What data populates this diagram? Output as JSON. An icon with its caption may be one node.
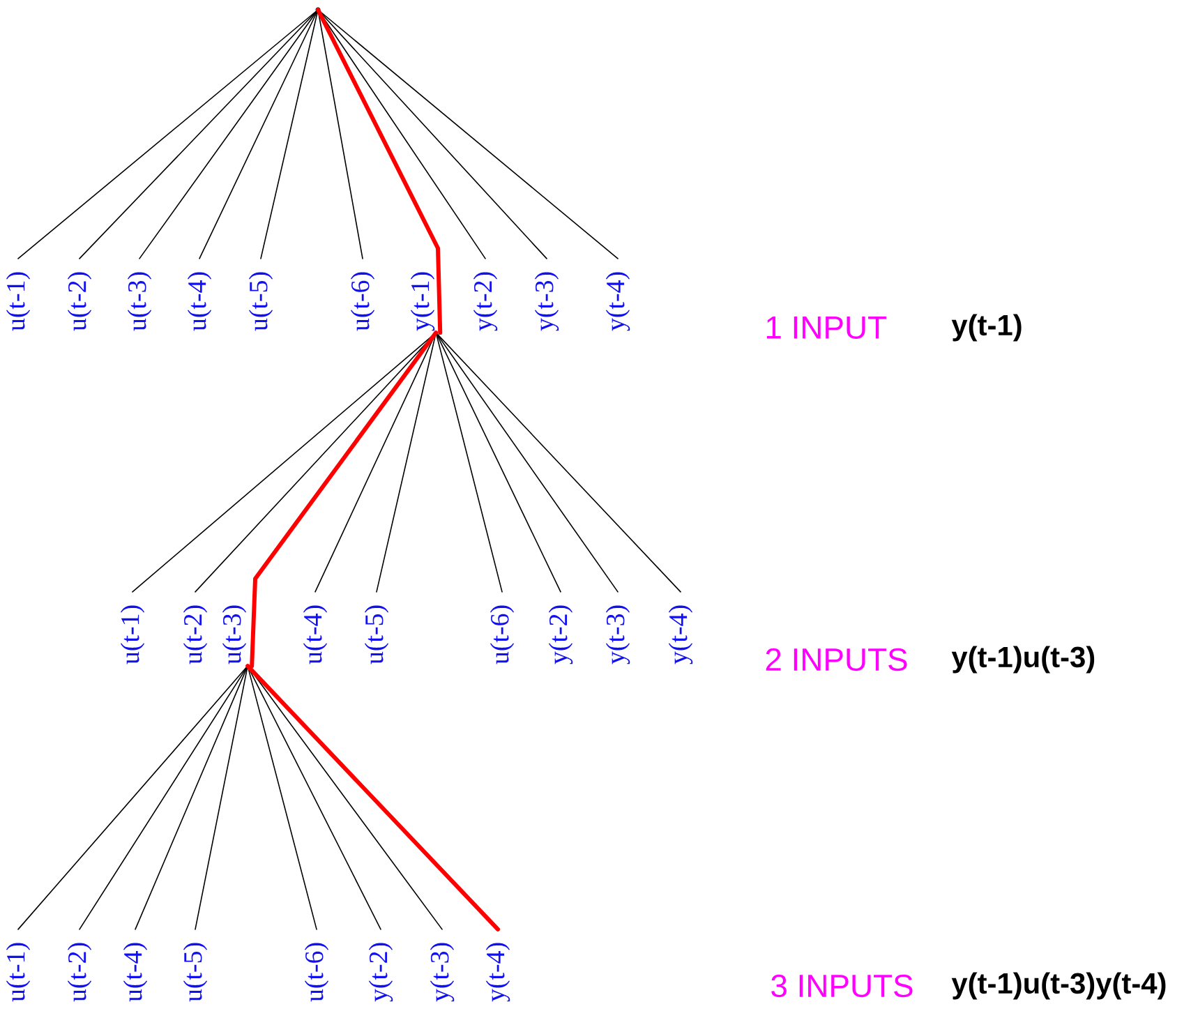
{
  "diagram": {
    "nodes": [
      {
        "text": [],
        "shape": "point"
      },
      {
        "text": [
          "u(t-1)"
        ]
      },
      {
        "text": [
          "u(t-2)"
        ]
      },
      {
        "text": [
          "u(t-3)"
        ]
      },
      {
        "text": [
          "u(t-4)"
        ]
      },
      {
        "text": [
          "u(t-5)"
        ]
      },
      {
        "text": [
          "u(t-6)"
        ]
      },
      {
        "text": [
          "y(t-1)"
        ]
      },
      {
        "text": [
          "y(t-2)"
        ]
      },
      {
        "text": [
          "y(t-3)"
        ]
      },
      {
        "text": [
          "y(t-4)"
        ]
      },
      {
        "text": [
          "u(t-1)"
        ]
      },
      {
        "text": [
          "u(t-2)"
        ]
      },
      {
        "text": [
          "u(t-3)"
        ]
      },
      {
        "text": [
          "u(t-4)"
        ]
      },
      {
        "text": [
          "u(t-5)"
        ]
      },
      {
        "text": [
          "u(t-6)"
        ]
      },
      {
        "text": [
          "y(t-2)"
        ]
      },
      {
        "text": [
          "y(t-3)"
        ]
      },
      {
        "text": [
          "y(t-4)"
        ]
      },
      {
        "text": [
          "u(t-1)"
        ]
      },
      {
        "text": [
          "u(t-2)"
        ]
      },
      {
        "text": [
          "u(t-4)"
        ]
      },
      {
        "text": [
          "u(t-5)"
        ]
      },
      {
        "text": [
          "u(t-6)"
        ]
      },
      {
        "text": [
          "y(t-2)"
        ]
      },
      {
        "text": [
          "y(t-3)"
        ]
      },
      {
        "text": [
          "y(t-4)"
        ]
      }
    ],
    "edges": [
      {
        "from": 0,
        "to": 1,
        "arrow": "none"
      },
      {
        "from": 0,
        "to": 2,
        "arrow": "none"
      },
      {
        "from": 0,
        "to": 3,
        "arrow": "none"
      },
      {
        "from": 0,
        "to": 4,
        "arrow": "none"
      },
      {
        "from": 0,
        "to": 5,
        "arrow": "none"
      },
      {
        "from": 0,
        "to": 6,
        "arrow": "none"
      },
      {
        "from": 0,
        "to": 7,
        "arrow": "none",
        "style": "thick",
        "color": "#ff0000"
      },
      {
        "from": 0,
        "to": 8,
        "arrow": "none"
      },
      {
        "from": 0,
        "to": 9,
        "arrow": "none"
      },
      {
        "from": 0,
        "to": 10,
        "arrow": "none"
      },
      {
        "from": 7,
        "to": 11,
        "arrow": "none"
      },
      {
        "from": 7,
        "to": 12,
        "arrow": "none"
      },
      {
        "from": 7,
        "to": 13,
        "arrow": "none",
        "style": "thick",
        "color": "#ff0000"
      },
      {
        "from": 7,
        "to": 14,
        "arrow": "none"
      },
      {
        "from": 7,
        "to": 15,
        "arrow": "none"
      },
      {
        "from": 7,
        "to": 16,
        "arrow": "none"
      },
      {
        "from": 7,
        "to": 17,
        "arrow": "none"
      },
      {
        "from": 7,
        "to": 18,
        "arrow": "none"
      },
      {
        "from": 7,
        "to": 19,
        "arrow": "none"
      },
      {
        "from": 13,
        "to": 20,
        "arrow": "none"
      },
      {
        "from": 13,
        "to": 21,
        "arrow": "none"
      },
      {
        "from": 13,
        "to": 22,
        "arrow": "none"
      },
      {
        "from": 13,
        "to": 23,
        "arrow": "none"
      },
      {
        "from": 13,
        "to": 24,
        "arrow": "none"
      },
      {
        "from": 13,
        "to": 25,
        "arrow": "none"
      },
      {
        "from": 13,
        "to": 26,
        "arrow": "none"
      },
      {
        "from": 13,
        "to": 27,
        "arrow": "none",
        "style": "thick",
        "color": "#ff0000"
      }
    ],
    "labels": [
      "1 INPUT",
      "y(t-1)",
      "2 INPUTS",
      "y(t-1)u(t-3)",
      "3 INPUTS",
      "y(t-1)u(t-3)y(t-4)"
    ]
  }
}
